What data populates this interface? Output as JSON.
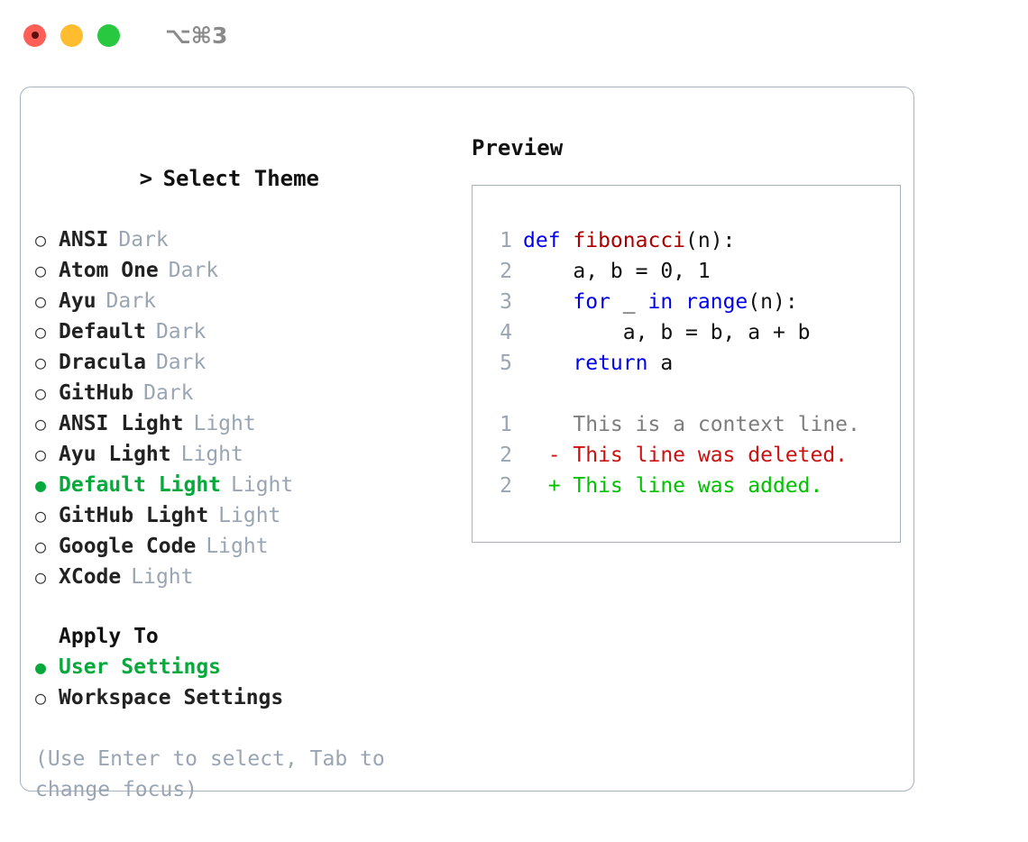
{
  "titlebar": {
    "shortcut": "⌥⌘3",
    "lights": [
      {
        "name": "close",
        "color": "#ff5f57"
      },
      {
        "name": "minimize",
        "color": "#febc2e"
      },
      {
        "name": "maximize",
        "color": "#28c840"
      }
    ]
  },
  "theme_picker": {
    "title": "Select Theme",
    "title_marker": ">",
    "bullet_unselected": "○",
    "bullet_selected": "●",
    "items": [
      {
        "name": "ANSI",
        "kind": "Dark",
        "selected": false
      },
      {
        "name": "Atom One",
        "kind": "Dark",
        "selected": false
      },
      {
        "name": "Ayu",
        "kind": "Dark",
        "selected": false
      },
      {
        "name": "Default",
        "kind": "Dark",
        "selected": false
      },
      {
        "name": "Dracula",
        "kind": "Dark",
        "selected": false
      },
      {
        "name": "GitHub",
        "kind": "Dark",
        "selected": false
      },
      {
        "name": "ANSI Light",
        "kind": "Light",
        "selected": false
      },
      {
        "name": "Ayu Light",
        "kind": "Light",
        "selected": false
      },
      {
        "name": "Default Light",
        "kind": "Light",
        "selected": true
      },
      {
        "name": "GitHub Light",
        "kind": "Light",
        "selected": false
      },
      {
        "name": "Google Code",
        "kind": "Light",
        "selected": false
      },
      {
        "name": "XCode",
        "kind": "Light",
        "selected": false
      }
    ]
  },
  "apply_to": {
    "heading": "Apply To",
    "options": [
      {
        "label": "User Settings",
        "selected": true
      },
      {
        "label": "Workspace Settings",
        "selected": false
      }
    ]
  },
  "hint": "(Use Enter to select, Tab to change focus)",
  "preview": {
    "title": "Preview",
    "code_lines": [
      {
        "number": "1",
        "tokens": [
          {
            "text": "def ",
            "style": "kw"
          },
          {
            "text": "fibonacci",
            "style": "fn"
          },
          {
            "text": "(n):",
            "style": "pl"
          }
        ]
      },
      {
        "number": "2",
        "tokens": [
          {
            "text": "    a, b = 0, 1",
            "style": "pl"
          }
        ]
      },
      {
        "number": "3",
        "tokens": [
          {
            "text": "    for ",
            "style": "kw"
          },
          {
            "text": "_ ",
            "style": "pl"
          },
          {
            "text": "in ",
            "style": "kw"
          },
          {
            "text": "range",
            "style": "kw"
          },
          {
            "text": "(n):",
            "style": "pl"
          }
        ]
      },
      {
        "number": "4",
        "tokens": [
          {
            "text": "        a, b = b, a + b",
            "style": "pl"
          }
        ]
      },
      {
        "number": "5",
        "tokens": [
          {
            "text": "    return ",
            "style": "kw"
          },
          {
            "text": "a",
            "style": "pl"
          }
        ]
      }
    ],
    "diff_lines": [
      {
        "number": "1",
        "sign": " ",
        "text": " This is a context line.",
        "style": "ctx"
      },
      {
        "number": "2",
        "sign": "-",
        "text": " This line was deleted.",
        "style": "del"
      },
      {
        "number": "2",
        "sign": "+",
        "text": " This line was added.",
        "style": "add"
      }
    ]
  },
  "colors": {
    "accent_green": "#07a83c",
    "muted": "#9aa5b4",
    "keyword_blue": "#0000ee",
    "function_red": "#aa0000",
    "diff_deleted": "#cc1111",
    "diff_added": "#00c000",
    "border": "#a8b2bf"
  }
}
